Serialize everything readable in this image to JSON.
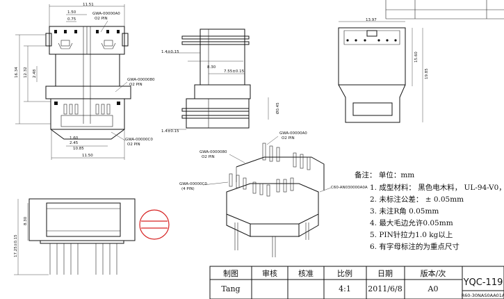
{
  "dims": {
    "top_width": "11.51",
    "d1_50": "1.50",
    "d0_75": "0.75",
    "height_16_34": "16.34",
    "height_12_32": "12.32",
    "d2_48": "2.48",
    "d1_60": "1.60",
    "d2_45": "2.45",
    "d10_85": "10.85",
    "bottom_width": "11.50",
    "side_8_30": "8.30",
    "side_7_55": "7.55±0.15",
    "side_1_4_top": "1.4±0.15",
    "side_1_4_bot": "1.4±0.15",
    "side_0_45": "Ø0.45",
    "right_13_97": "13.97",
    "right_15_60": "15.60",
    "right_19_85": "19.85",
    "front_8_30": "8.30",
    "front_17_25": "17.25±0.15"
  },
  "callouts": {
    "gwa_0000a0_top_code": "GWA-00000A0",
    "gwa_0000a0_top_pin": "O2 PIN",
    "gwa_0000b0_code": "GWA-0000080",
    "gwa_0000b0_pin": "O2 PIN",
    "gwa_0000c0_code": "GWA-00000C0",
    "gwa_0000c0_pin": "O2 PIN",
    "iso_a0_code": "GWA-00000A0",
    "iso_a0_pin": "O2 PIN",
    "iso_b0_code": "GWA-0000080",
    "iso_b0_pin": "O2 PIN",
    "iso_c0_code": "GWA-00000C0",
    "iso_c0_pin": "(4 PIN)",
    "iso_body_code": "C60-AN030000A0A"
  },
  "notes": {
    "heading": "备注：  单位：mm",
    "items": [
      "1. 成型材料：  黑色电木料， UL-94-V0，",
      "2. 未标注公差：  ± 0.05mm",
      "3. 未注R角 0.05mm",
      "4. 最大毛边允许0.05mm",
      "5. PIN针拉力1.0 kg以上",
      "6. 有字母标注的为重点尺寸"
    ]
  },
  "title_block": {
    "headers": [
      "制图",
      "审核",
      "核准",
      "比例",
      "日期",
      "版本/次"
    ],
    "values": [
      "Tang",
      "",
      "",
      "4:1",
      "2011/6/8",
      "A0"
    ],
    "model": "YQC-119",
    "part_no": "R60-30NAS0AA01A"
  }
}
